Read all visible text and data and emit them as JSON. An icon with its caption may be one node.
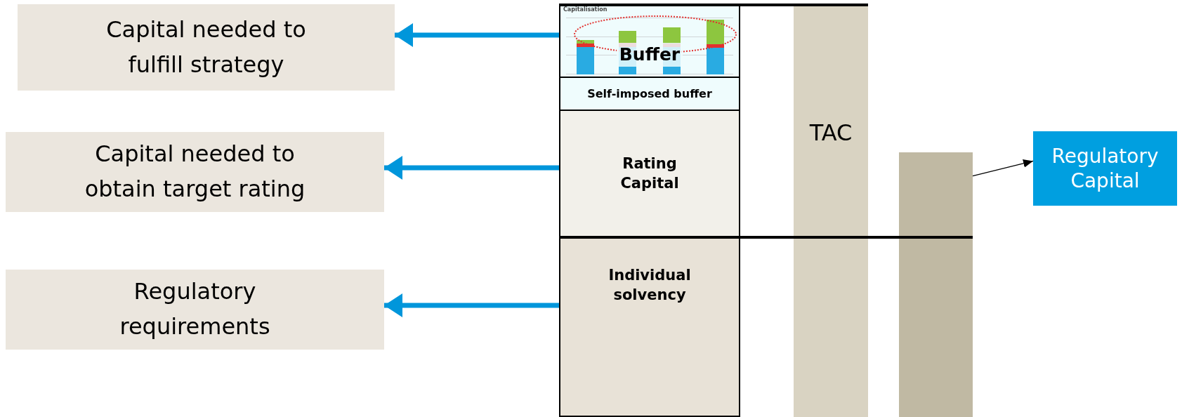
{
  "diagram": {
    "nodes": [
      {
        "text": [
          "Capital needed to fulfill strategy"
        ]
      },
      {
        "text": [
          "Capital needed to obtain target rating"
        ]
      },
      {
        "text": [
          "Regulatory requirements"
        ]
      },
      {
        "text": [
          "Buffer"
        ]
      },
      {
        "text": [
          "Self-imposed buffer"
        ]
      },
      {
        "text": [
          "Rating Capital"
        ]
      },
      {
        "text": [
          "Individual solvency"
        ]
      },
      {
        "text": [
          "TAC"
        ]
      },
      {
        "text": [],
        "shape": "bar"
      },
      {
        "text": [
          "Regulatory Capital"
        ]
      }
    ],
    "edges": [
      {
        "from": 3,
        "to": 0,
        "arrow": "to"
      },
      {
        "from": 5,
        "to": 1,
        "arrow": "to"
      },
      {
        "from": 6,
        "to": 2,
        "arrow": "to"
      },
      {
        "from": 8,
        "to": 9,
        "arrow": "to",
        "color": "#000000"
      }
    ],
    "labels": [
      "Capitalisation"
    ]
  }
}
